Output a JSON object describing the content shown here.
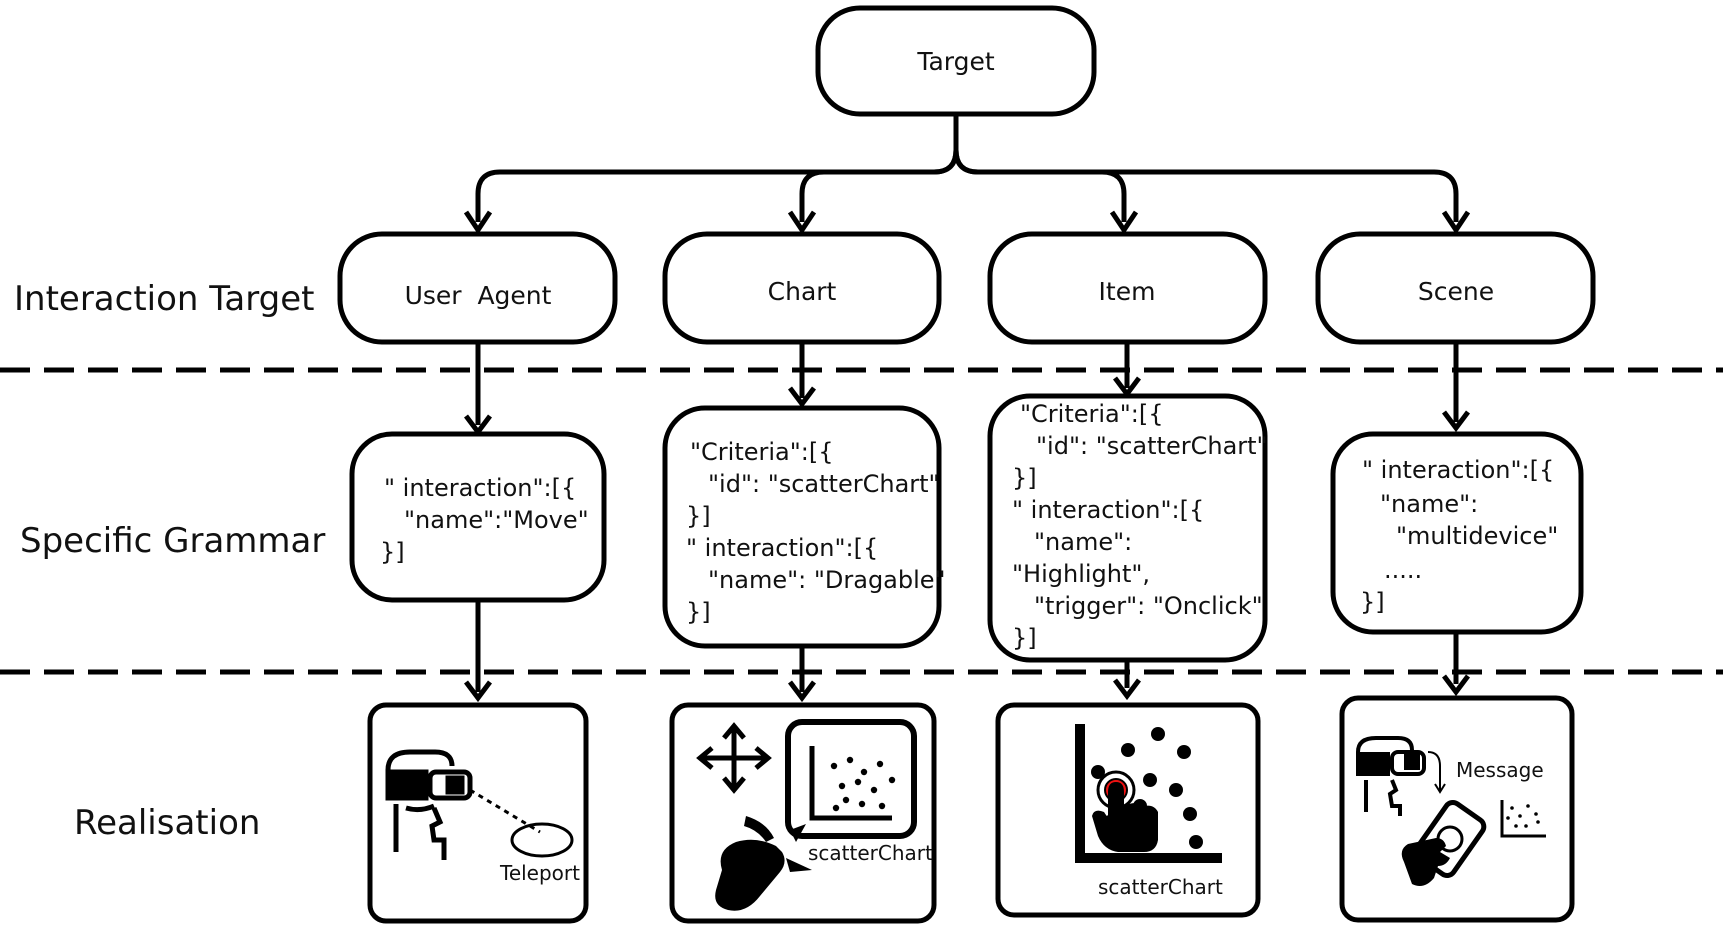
{
  "root": {
    "label": "Target"
  },
  "rows": {
    "interaction_target": "Interaction Target",
    "specific_grammar": "Specific Grammar",
    "realisation": "Realisation"
  },
  "targets": [
    {
      "id": "user-agent",
      "label": "User  Agent"
    },
    {
      "id": "chart",
      "label": "Chart"
    },
    {
      "id": "item",
      "label": "Item"
    },
    {
      "id": "scene",
      "label": "Scene"
    }
  ],
  "grammars": {
    "user_agent": [
      "\" interaction\":[{",
      "\"name\":\"Move\"",
      "}]"
    ],
    "chart": [
      "\"Criteria\":[{",
      "\"id\": \"scatterChart\"",
      "}]",
      "\" interaction\":[{",
      "\"name\": \"Dragable\"",
      "}]"
    ],
    "item": [
      "\"Criteria\":[{",
      "\"id\": \"scatterChart\"",
      "}]",
      "\" interaction\":[{",
      "\"name\":",
      "\"Highlight\",",
      "\"trigger\": \"Onclick\"",
      "}]"
    ],
    "scene": [
      "\" interaction\":[{",
      "\"name\":",
      "\"multidevice\"",
      ".....",
      "}]"
    ]
  },
  "realisations": {
    "user_agent_caption": "Teleport",
    "chart_caption": "scatterChart",
    "item_caption": "scatterChart",
    "scene_caption": "Message"
  },
  "icons": {
    "vr-headset": "vr-headset-icon",
    "move-arrows": "move-arrows-icon",
    "scatter": "scatter-plot-icon",
    "hand-grab": "hand-grab-icon",
    "tap-hand": "tap-hand-icon",
    "tablet": "tablet-icon"
  }
}
